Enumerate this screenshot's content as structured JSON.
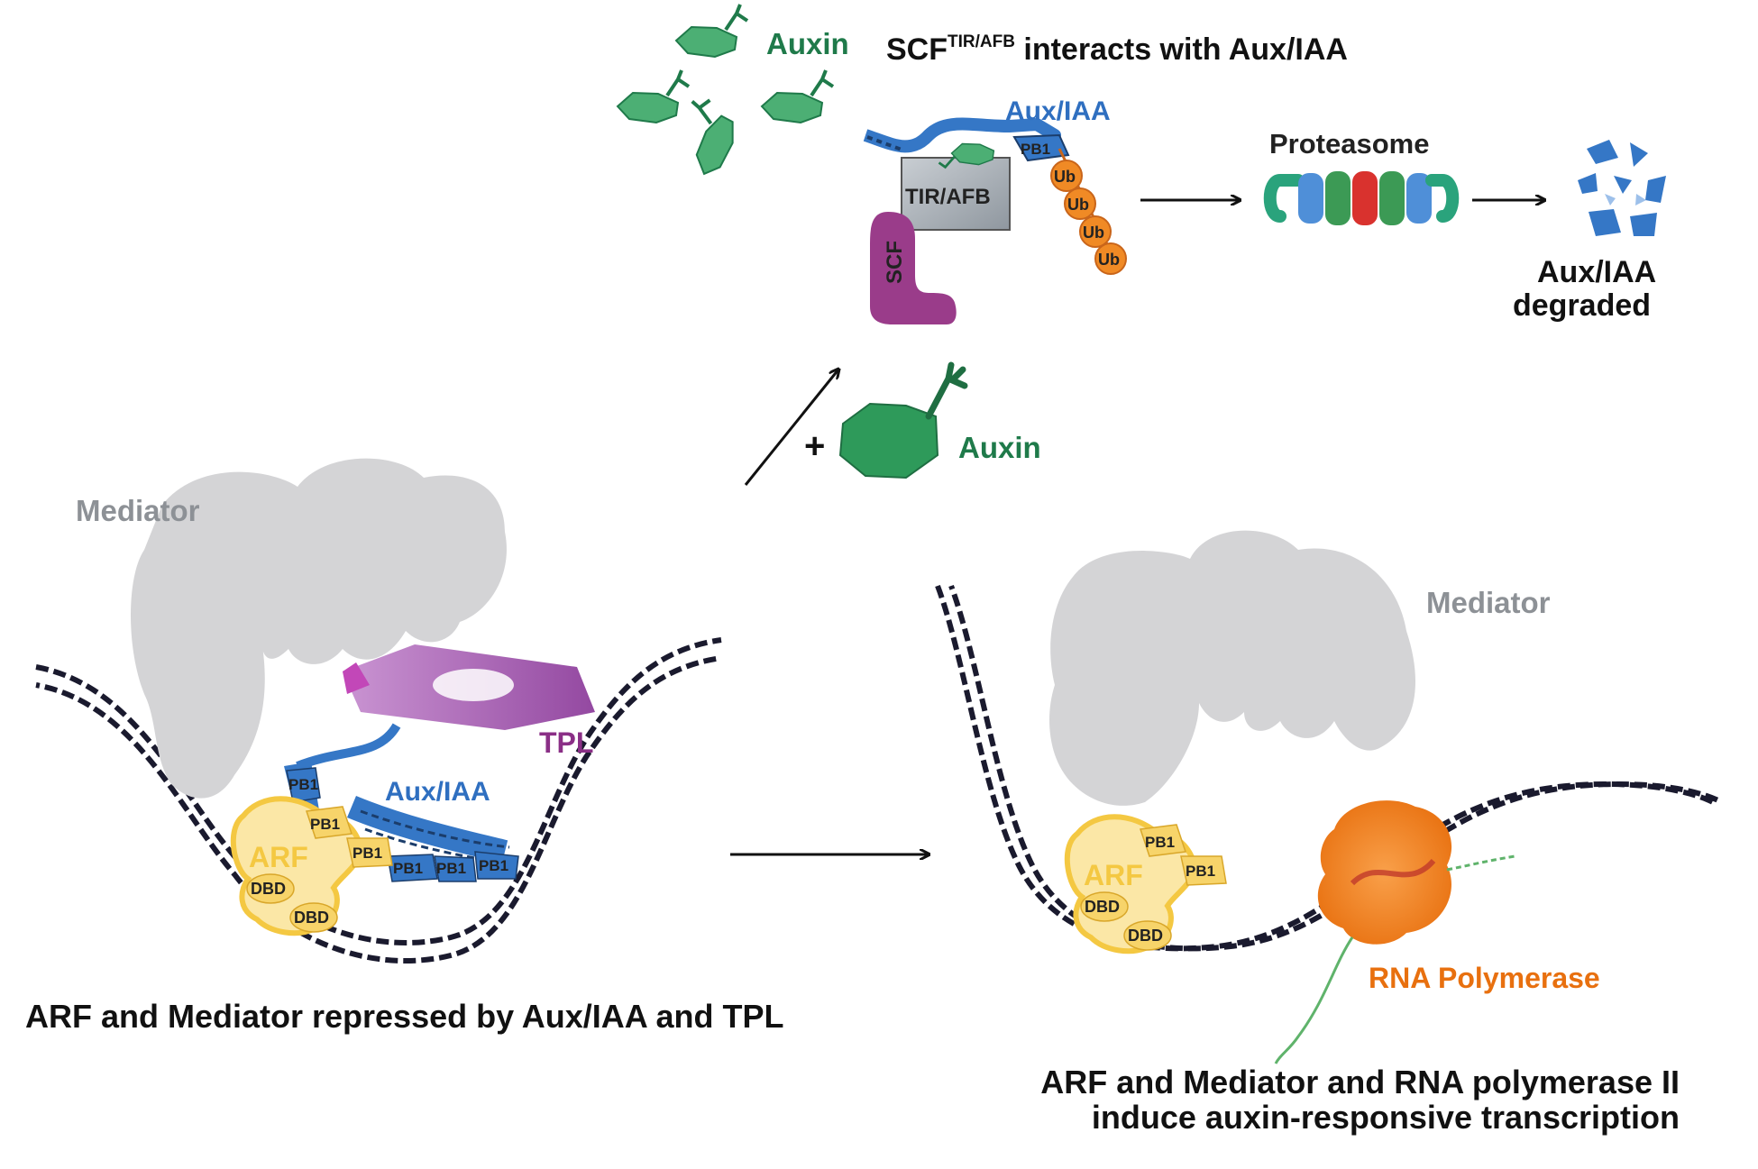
{
  "colors": {
    "auxin_green": "#2e9a5a",
    "aux_iaa_blue": "#3577c6",
    "arf_yellow": "#f4c842",
    "tpl_purple": "#a855b5",
    "scf_magenta": "#9a3c8a",
    "ub_orange": "#f08a25",
    "rna_pol_orange": "#f07a18",
    "mediator_gray": "#d4d4d6"
  },
  "labels": {
    "auxin_top": "Auxin",
    "scf_title_main": "SCF",
    "scf_title_sup": "TIR/AFB",
    "scf_title_rest": " interacts with Aux/IAA",
    "aux_iaa_top": "Aux/IAA",
    "pb1_top": "PB1",
    "tir_afb": "TIR/AFB",
    "scf": "SCF",
    "ub": "Ub",
    "proteasome": "Proteasome",
    "degraded_line1": "Aux/IAA",
    "degraded_line2": "degraded",
    "plus": "+",
    "auxin_mid": "Auxin",
    "mediator_left": "Mediator",
    "mediator_right": "Mediator",
    "tpl": "TPL",
    "aux_iaa_left": "Aux/IAA",
    "pb1": "PB1",
    "arf_left": "ARF",
    "arf_right": "ARF",
    "dbd": "DBD",
    "rna_polymerase": "RNA Polymerase",
    "caption_left": "ARF and Mediator repressed by Aux/IAA and TPL",
    "caption_right_line1": "ARF and Mediator and RNA polymerase II",
    "caption_right_line2": "induce auxin-responsive transcription"
  }
}
